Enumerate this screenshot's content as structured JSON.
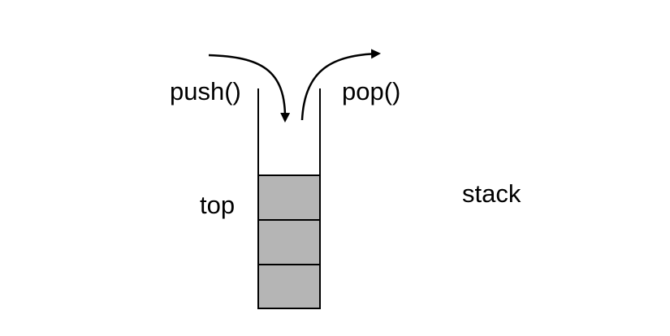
{
  "diagram": {
    "push_label": "push()",
    "pop_label": "pop()",
    "top_label": "top",
    "stack_label": "stack",
    "element_count": 3
  },
  "colors": {
    "element_fill": "#b5b5b5",
    "line": "#000000",
    "background": "#ffffff"
  }
}
